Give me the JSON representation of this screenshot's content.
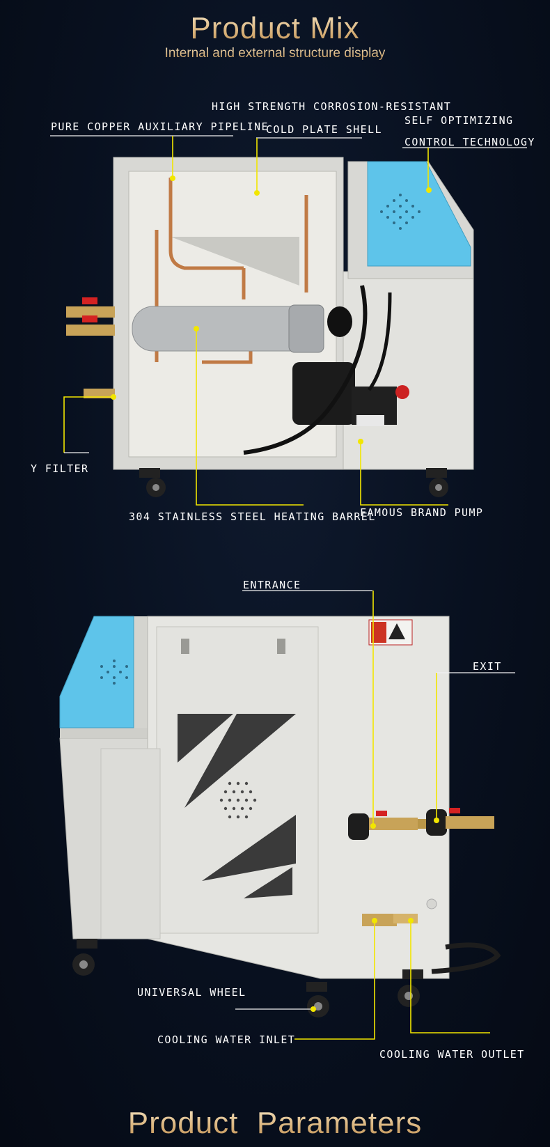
{
  "header": {
    "title": "Product Mix",
    "subtitle": "Internal and external structure display"
  },
  "callouts_internal": {
    "copper_pipeline": "PURE COPPER AUXILIARY PIPELINE",
    "high_strength": "HIGH STRENGTH CORROSION-RESISTANT",
    "cold_plate": "COLD PLATE SHELL",
    "self_optimizing": "SELF OPTIMIZING",
    "control_technology": "CONTROL TECHNOLOGY",
    "y_filter": "Y FILTER",
    "heating_barrel": "304 STAINLESS STEEL HEATING BARREL",
    "pump": "FAMOUS BRAND PUMP"
  },
  "callouts_external": {
    "entrance": "ENTRANCE",
    "exit": "EXIT",
    "universal_wheel": "UNIVERSAL WHEEL",
    "cooling_inlet": "COOLING WATER INLET",
    "cooling_outlet": "COOLING WATER OUTLET"
  },
  "footer": {
    "title": "Product  Parameters"
  },
  "colors": {
    "background": "#08101f",
    "accent_gold": "#d9b27a",
    "leader_yellow": "#f2e600",
    "panel_blue": "#5ec4ea",
    "cabinet_gray": "#dcdcd8"
  }
}
